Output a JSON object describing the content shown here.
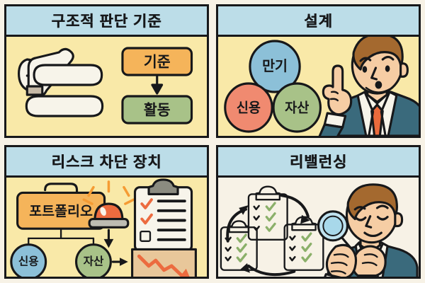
{
  "page": {
    "background_color": "#f7f2e6",
    "layout": "2x2 comic panel infographic",
    "outline_color": "#17181a"
  },
  "palette": {
    "title_bar": "#bcdde8",
    "panel_yellow": "#f9e9a8",
    "panel_cream": "#f7f2e6",
    "orange": "#f5b45a",
    "green": "#a8c288",
    "blue": "#8cc0d8",
    "salmon": "#f08a70",
    "red_orange": "#ec6b3f",
    "suit": "#3a6a7c",
    "skin": "#f6cda4",
    "hair": "#a4692f",
    "tie": "#ea6a3c",
    "white": "#f7f4ea",
    "grey": "#8b8b80",
    "tan": "#e8c79a"
  },
  "panels": [
    {
      "id": "panel-structural-criteria",
      "title": "구조적 판단 기준",
      "background": "#f9e9a8",
      "elements": {
        "icon_name": "abstract-shoe-shape",
        "flow_boxes": [
          {
            "label": "기준",
            "color": "#f5b45a"
          },
          {
            "label": "활동",
            "color": "#a8c288"
          }
        ],
        "arrow": "down-arrow"
      }
    },
    {
      "id": "panel-design",
      "title": "설계",
      "background": "#f9e9a8",
      "elements": {
        "circles": [
          {
            "label": "만기",
            "color": "#8cc0d8"
          },
          {
            "label": "신용",
            "color": "#f08a70"
          },
          {
            "label": "자산",
            "color": "#a8c288"
          }
        ],
        "character": "man-pointing-up",
        "character_details": {
          "hair": "#a4692f",
          "suit": "#3a6a7c",
          "tie": "#ea6a3c",
          "expression": "surprised-o-mouth"
        }
      }
    },
    {
      "id": "panel-risk-blocker",
      "title": "리스크 차단 장치",
      "background": "#f9e9a8",
      "elements": {
        "briefcase": {
          "label": "포트폴리오",
          "color": "#f5b45a"
        },
        "circles": [
          {
            "label": "신용",
            "color": "#8cc0d8"
          },
          {
            "label": "자산",
            "color": "#a8c288"
          }
        ],
        "siren": "alarm-siren-icon",
        "clipboard": "clipboard-checklist-icon",
        "chart": "declining-chart-icon",
        "arrows": [
          "right-arrow",
          "down-arrow"
        ]
      }
    },
    {
      "id": "panel-rebalancing",
      "title": "리밸런싱",
      "background": "#f7f2e6",
      "elements": {
        "clipboards": 3,
        "clipboard_marks": "green-checkmarks",
        "cycle_arrows": 3,
        "character": "man-with-magnifier",
        "character_details": {
          "hair": "#a4692f",
          "suit": "#3a6a7c",
          "tie": "#ea6a3c",
          "expression": "thinking-eyes-closed",
          "prop": "magnifying-glass"
        }
      }
    }
  ]
}
